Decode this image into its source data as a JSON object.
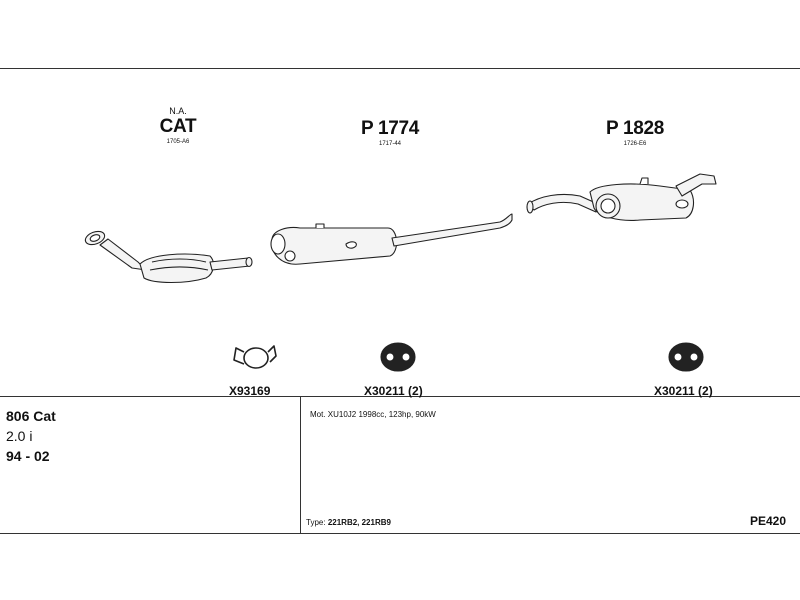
{
  "parts": [
    {
      "note": "N.A.",
      "name": "CAT",
      "code": "1705-A6"
    },
    {
      "note": "",
      "name": "P 1774",
      "code": "1717-44"
    },
    {
      "note": "",
      "name": "P 1828",
      "code": "1726-E6"
    }
  ],
  "accessories": [
    {
      "name": "X93169"
    },
    {
      "name": "X30211 (2)"
    },
    {
      "name": "X30211 (2)"
    }
  ],
  "vehicle": {
    "model": "806 Cat",
    "engine": "2.0 i",
    "years": "94 - 02"
  },
  "details": {
    "motor": "Mot. XU10J2 1998cc, 123hp, 90kW",
    "type_label": "Type:",
    "type_value": "221RB2, 221RB9",
    "ref": "PE420"
  }
}
